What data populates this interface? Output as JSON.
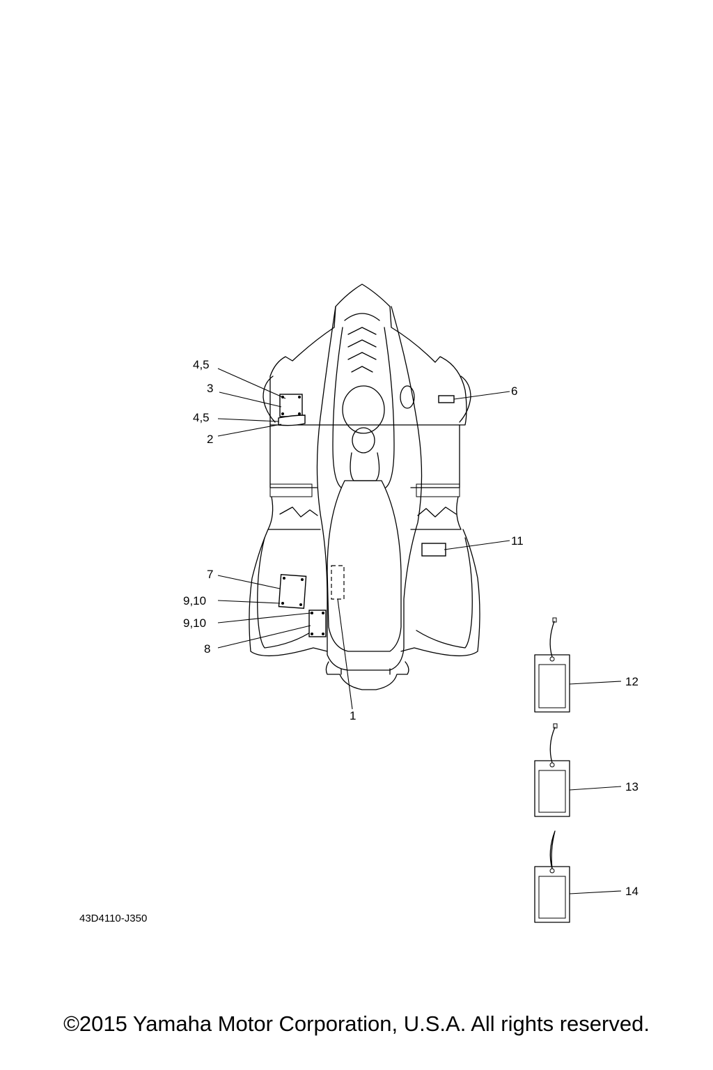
{
  "diagram": {
    "part_code": "43D4110-J350",
    "callouts": [
      "4,5",
      "3",
      "4,5",
      "2",
      "6",
      "11",
      "7",
      "9,10",
      "9,10",
      "8",
      "1",
      "12",
      "13",
      "14"
    ]
  },
  "footer": {
    "copyright": "©2015 Yamaha Motor Corporation, U.S.A. All rights reserved."
  }
}
